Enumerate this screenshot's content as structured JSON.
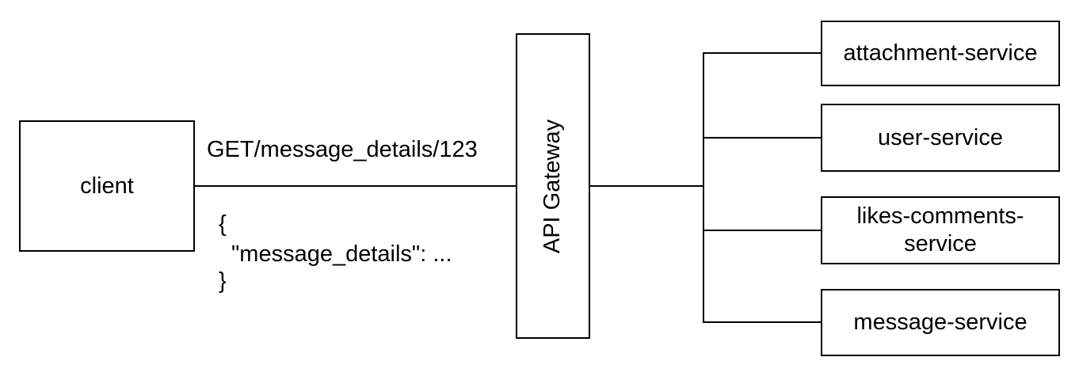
{
  "client": {
    "label": "client"
  },
  "request": {
    "label": "GET/message_details/123"
  },
  "response": {
    "line1": "{",
    "line2": "\"message_details\": ...",
    "line3": "}"
  },
  "gateway": {
    "label": "API Gateway"
  },
  "services": [
    {
      "label": "attachment-service"
    },
    {
      "label": "user-service"
    },
    {
      "label": "likes-comments-\nservice"
    },
    {
      "label": "message-service"
    }
  ]
}
